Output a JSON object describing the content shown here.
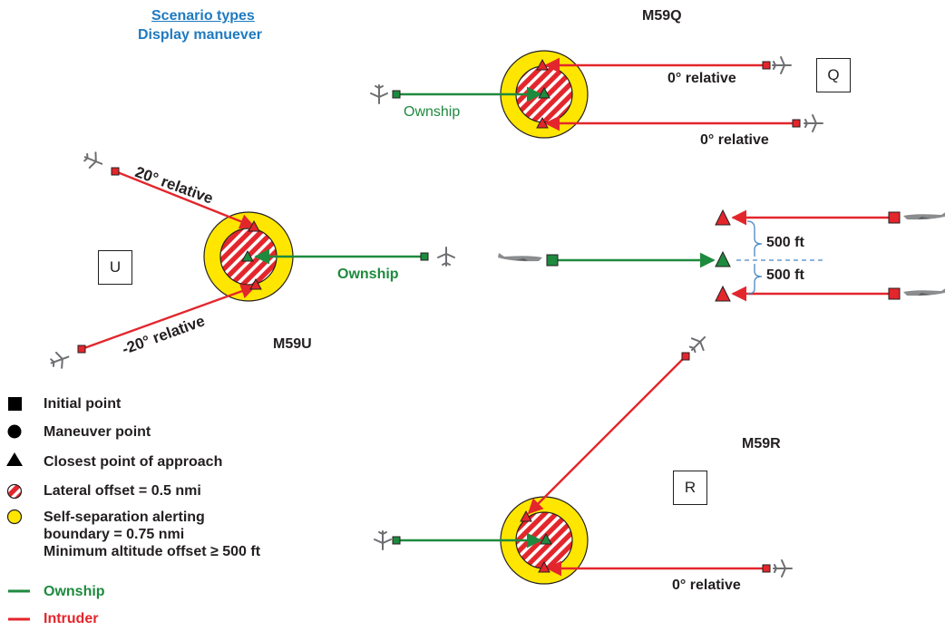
{
  "header": {
    "title": "Scenario types",
    "subtitle": "Display manuever"
  },
  "scenarios": {
    "q": {
      "name": "M59Q",
      "box": "Q",
      "label_top": "0° relative",
      "label_bottom": "0° relative",
      "ownship": "Ownship"
    },
    "u": {
      "name": "M59U",
      "box": "U",
      "label_top": "20° relative",
      "label_bottom": "-20° relative",
      "ownship": "Ownship"
    },
    "altitude": {
      "offset_top": "500 ft",
      "offset_bottom": "500 ft"
    },
    "r": {
      "name": "M59R",
      "box": "R",
      "label_bottom": "0° relative"
    }
  },
  "legend": {
    "initial_point": "Initial point",
    "maneuver_point": "Maneuver point",
    "closest_point": "Closest point of approach",
    "lateral_offset": "Lateral offset = 0.5 nmi",
    "self_sep_1": "Self-separation alerting",
    "self_sep_2": "boundary = 0.75 nmi",
    "self_sep_3": "Minimum altitude offset ≥ 500 ft",
    "ownship": "Ownship",
    "intruder": "Intruder"
  },
  "colors": {
    "ownship": "#1e8a3e",
    "intruder": "#e3262c",
    "boundary": "#ffe600",
    "title": "#1f7ac0"
  },
  "icons": [
    "aircraft-icon",
    "initial-point-square-icon",
    "closest-point-triangle-icon"
  ]
}
